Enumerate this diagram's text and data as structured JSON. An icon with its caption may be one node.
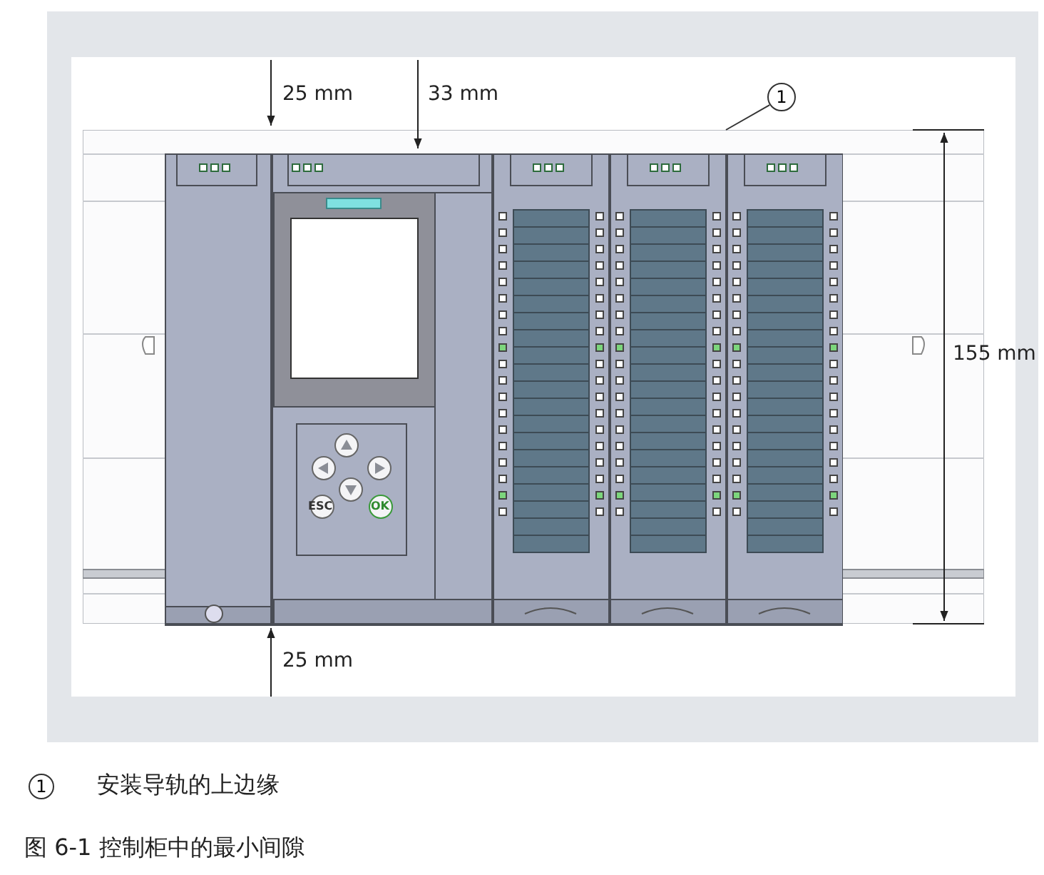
{
  "diagram": {
    "caption": "图 6-1 控制柜中的最小间隙",
    "nodes": [
      {
        "text": [
          "1"
        ]
      },
      {
        "text": [],
        "shape": "bar"
      },
      {
        "text": [
          "1"
        ],
        "beside": [
          "安装导轨的上边缘"
        ]
      }
    ],
    "edges": [
      {
        "from": 0,
        "to": 1,
        "arrow": "none"
      }
    ],
    "labels": [
      "25 mm",
      "33 mm",
      "155 mm",
      "25 mm",
      "ESC",
      "OK"
    ]
  }
}
